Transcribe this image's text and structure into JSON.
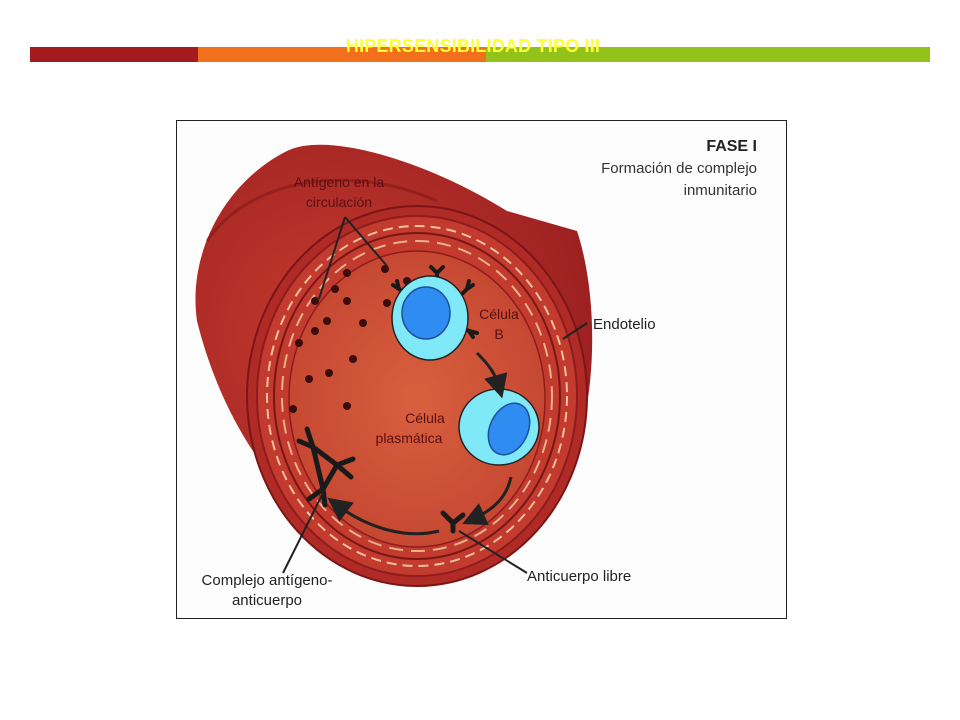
{
  "slide": {
    "title": "HIPERSENSIBILIDAD TIPO III",
    "bar_colors": [
      "#a31a1f",
      "#f26f1c",
      "#93c21b"
    ]
  },
  "diagram": {
    "phase_title": "FASE I",
    "phase_subtitle_line1": "Formación de complejo",
    "phase_subtitle_line2": "inmunitario",
    "label_antigen_line1": "Antígeno en la",
    "label_antigen_line2": "circulación",
    "label_b_cell_line1": "Célula",
    "label_b_cell_line2": "B",
    "label_endothelium": "Endotelio",
    "label_plasma_cell_line1": "Célula",
    "label_plasma_cell_line2": "plasmática",
    "label_free_antibody": "Anticuerpo libre",
    "label_complex_line1": "Complejo antígeno-",
    "label_complex_line2": "anticuerpo",
    "colors": {
      "vessel": "#b8282a",
      "vessel_dark": "#8e1c1e",
      "lumen": "#cc4a36",
      "cell_outer": "#7fe9f7",
      "cell_nucleus": "#2f8cf0"
    }
  }
}
